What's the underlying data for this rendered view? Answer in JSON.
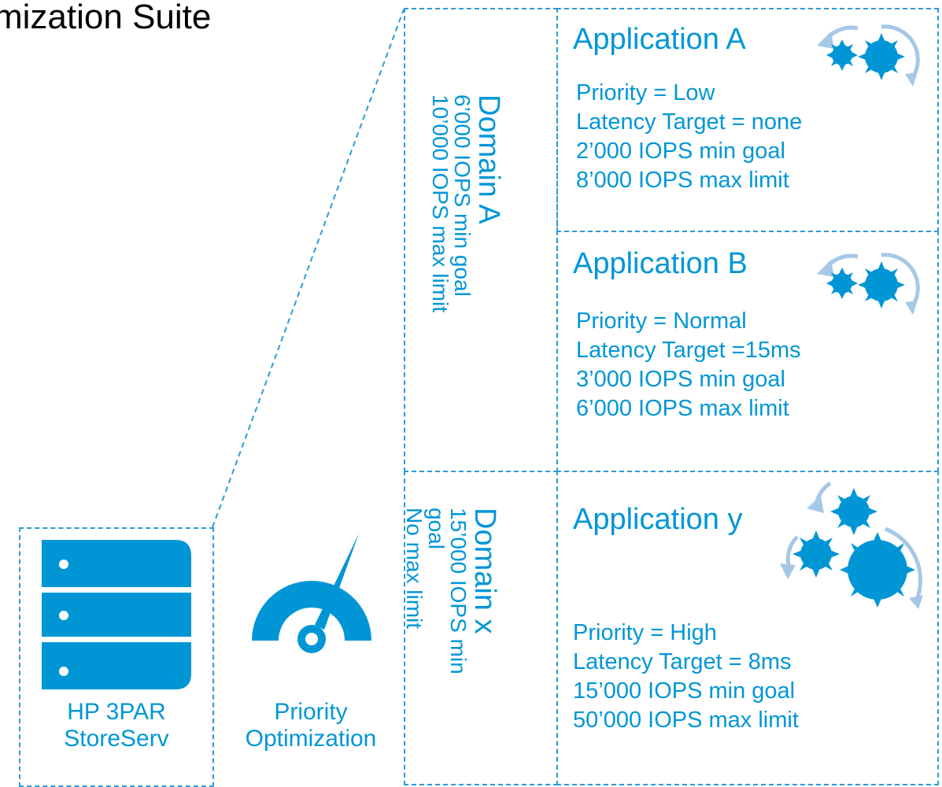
{
  "title": "mization Suite",
  "storage": {
    "label_line1": "HP 3PAR",
    "label_line2": "StoreServ"
  },
  "priority": {
    "label_line1": "Priority",
    "label_line2": "Optimization"
  },
  "domains": [
    {
      "name": "Domain A",
      "lines": [
        "6’000 IOPS min goal",
        "10’000 IOPS  max limit"
      ]
    },
    {
      "name": "Domain x",
      "lines": [
        "15’000 IOPS min",
        "goal",
        "No max limit"
      ]
    }
  ],
  "applications": [
    {
      "title": "Application A",
      "attrs": [
        "Priority = Low",
        "Latency Target = none",
        "2’000 IOPS min goal",
        "8’000 IOPS max limit"
      ]
    },
    {
      "title": "Application B",
      "attrs": [
        "Priority = Normal",
        "Latency Target =15ms",
        "3’000 IOPS min goal",
        "6’000 IOPS max limit"
      ]
    },
    {
      "title": "Application y",
      "attrs": [
        "Priority = High",
        "Latency Target = 8ms",
        "15’000 IOPS min goal",
        "50’000 IOPS max limit"
      ]
    }
  ],
  "icons": {
    "storage": "server-stack-icon",
    "priority": "speedometer-icon",
    "gears": "gears-icon"
  },
  "colors": {
    "accent": "#0096d6",
    "dash": "#2e9bd6",
    "arrow": "#a6c8e6"
  }
}
